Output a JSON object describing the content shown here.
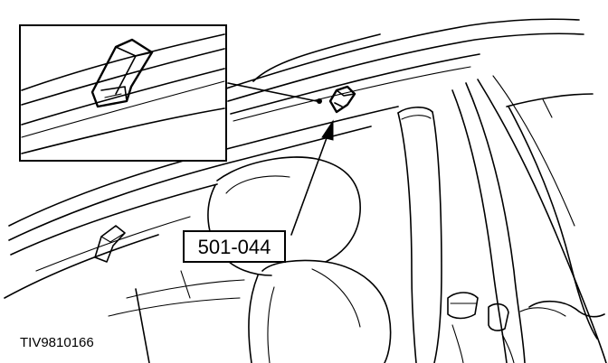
{
  "figure": {
    "callout_label": "501-044",
    "figure_id": "TIV9810166"
  },
  "colors": {
    "line": "#000000",
    "background": "#ffffff"
  },
  "icons": {
    "clip": "plastic-trim-clip"
  }
}
